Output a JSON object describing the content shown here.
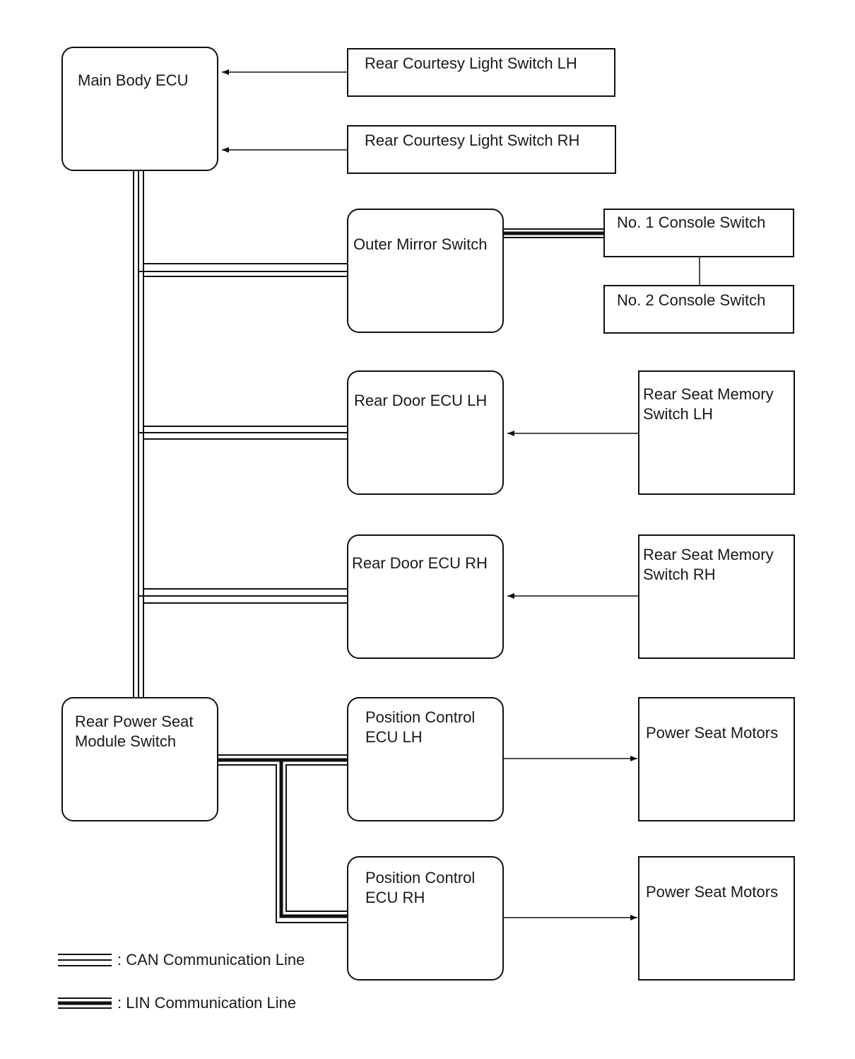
{
  "nodes": {
    "main_body_ecu": {
      "lines": [
        "Main Body ECU"
      ]
    },
    "rear_courtesy_light_switch_lh": {
      "lines": [
        "Rear Courtesy Light Switch LH"
      ]
    },
    "rear_courtesy_light_switch_rh": {
      "lines": [
        "Rear Courtesy Light Switch RH"
      ]
    },
    "outer_mirror_switch": {
      "lines": [
        "Outer Mirror Switch"
      ]
    },
    "no1_console_switch": {
      "lines": [
        "No. 1 Console Switch"
      ]
    },
    "no2_console_switch": {
      "lines": [
        "No. 2 Console Switch"
      ]
    },
    "rear_door_ecu_lh": {
      "lines": [
        "Rear Door ECU LH"
      ]
    },
    "rear_seat_memory_switch_lh": {
      "lines": [
        "Rear Seat Memory",
        "Switch LH"
      ]
    },
    "rear_door_ecu_rh": {
      "lines": [
        "Rear Door ECU RH"
      ]
    },
    "rear_seat_memory_switch_rh": {
      "lines": [
        "Rear Seat Memory",
        "Switch RH"
      ]
    },
    "rear_power_seat_module_switch": {
      "lines": [
        "Rear Power Seat",
        "Module Switch"
      ]
    },
    "position_control_ecu_lh": {
      "lines": [
        "Position Control",
        "ECU LH"
      ]
    },
    "position_control_ecu_rh": {
      "lines": [
        "Position Control",
        "ECU RH"
      ]
    },
    "power_seat_motors_lh": {
      "lines": [
        "Power Seat Motors"
      ]
    },
    "power_seat_motors_rh": {
      "lines": [
        "Power Seat Motors"
      ]
    }
  },
  "legend": {
    "can": ": CAN Communication Line",
    "lin": ": LIN Communication Line"
  },
  "colors": {
    "line": "#111111",
    "background": "#ffffff"
  }
}
